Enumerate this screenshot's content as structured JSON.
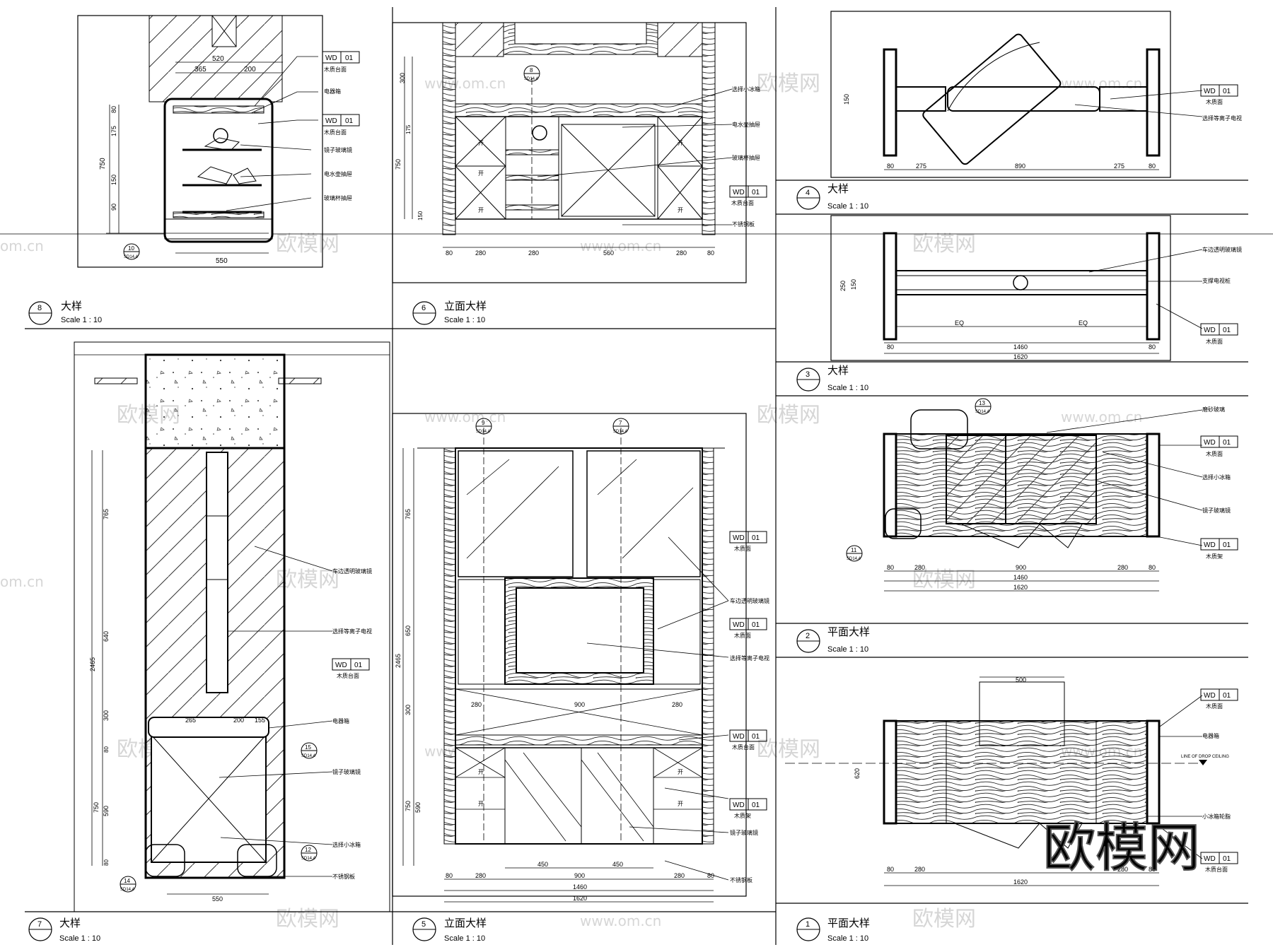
{
  "sheet": {
    "watermark_cn": "欧模网",
    "watermark_url": "www.om.cn",
    "watermark_domain": "om.cn",
    "brand_logo": "欧模网"
  },
  "panels": [
    {
      "num": "8",
      "title": "大样",
      "scale": "Scale 1 : 10"
    },
    {
      "num": "6",
      "title": "立面大样",
      "scale": "Scale 1 : 10"
    },
    {
      "num": "4",
      "title": "大样",
      "scale": "Scale 1 : 10"
    },
    {
      "num": "3",
      "title": "大样",
      "scale": "Scale 1 : 10"
    },
    {
      "num": "2",
      "title": "平面大样",
      "scale": "Scale 1 : 10"
    },
    {
      "num": "7",
      "title": "大样",
      "scale": "Scale 1 : 10"
    },
    {
      "num": "5",
      "title": "立面大样",
      "scale": "Scale 1 : 10"
    },
    {
      "num": "1",
      "title": "平面大样",
      "scale": "Scale 1 : 10"
    }
  ],
  "material_tag": {
    "code": "WD",
    "num": "01"
  },
  "labels": {
    "wood_counter": "木质台面",
    "electrical_box": "电器箱",
    "mirror_glass_door": "镜子玻璃镜",
    "kettle_drawer": "电水壶抽屉",
    "glass_cup_drawer": "玻璃杯抽屉",
    "mini_fridge": "选择小冰箱",
    "stainless_plate": "不锈钢板",
    "wood_surface": "木质面",
    "beveled_mirror": "车边透明玻璃镜",
    "plasma_tv": "选择等离子电视",
    "wood_frame": "木质架",
    "tv_support": "支撑电视桩",
    "frosted_glass": "磨砂玻璃",
    "fridge_wheel": "小冰箱轮脂",
    "door_open": "开",
    "ceiling_line": "LINE OF DROP CEILING"
  },
  "dims": {
    "d520": "520",
    "d365": "365",
    "d200": "200",
    "d550": "550",
    "d750": "750",
    "d80": "80",
    "d175": "175",
    "d150": "150",
    "d90": "90",
    "d300": "300",
    "d280": "280",
    "d560": "560",
    "d275": "275",
    "d890": "890",
    "d250": "250",
    "d1460": "1460",
    "d1620": "1620",
    "eq": "EQ",
    "d900": "900",
    "d450": "450",
    "d500": "500",
    "d765": "765",
    "d640": "640",
    "d2465": "2465",
    "d650": "650",
    "d590": "590",
    "d620": "620",
    "d265": "265",
    "d155": "155"
  },
  "refs": {
    "r8": "8",
    "r9": "9",
    "r7": "7",
    "r10": "10",
    "r11": "11",
    "r12": "12",
    "r13": "13",
    "r14": "14",
    "r15": "15",
    "sheet_code": "SD14.4"
  }
}
